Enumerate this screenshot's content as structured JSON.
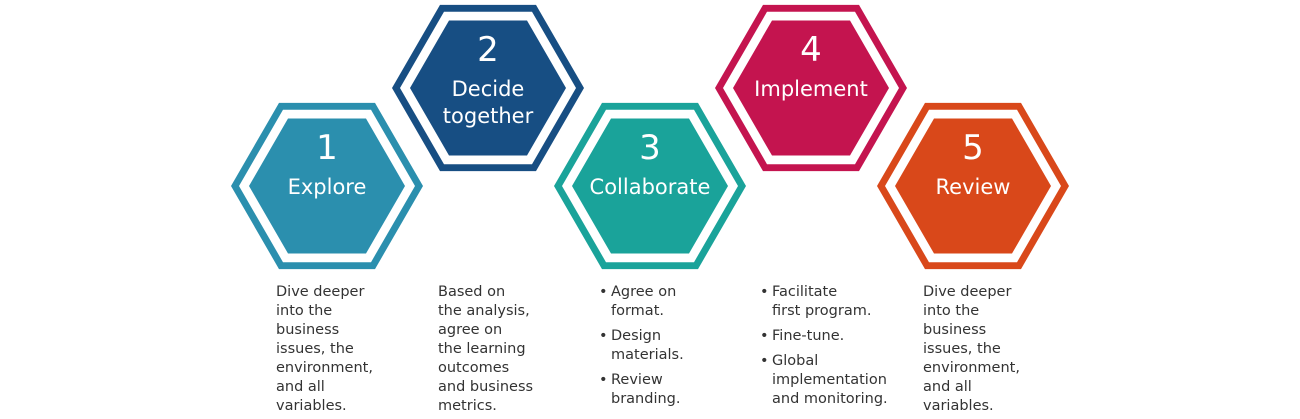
{
  "steps": [
    {
      "number": "1",
      "label_lines": [
        "Explore"
      ],
      "color": "#2b8fae",
      "description": "Dive deeper\ninto the\nbusiness\nissues, the\nenvironment,\nand all\nvariables."
    },
    {
      "number": "2",
      "label_lines": [
        "Decide",
        "together"
      ],
      "color": "#174e83",
      "description": "Based on\nthe analysis,\nagree on\nthe learning\noutcomes\nand business\nmetrics."
    },
    {
      "number": "3",
      "label_lines": [
        "Collaborate"
      ],
      "color": "#1aa39a",
      "bullets": [
        "Agree on\nformat.",
        "Design\nmaterials.",
        "Review\nbranding."
      ]
    },
    {
      "number": "4",
      "label_lines": [
        "Implement"
      ],
      "color": "#c4144f",
      "bullets": [
        "Facilitate\nfirst program.",
        "Fine-tune.",
        "Global\nimplementation\nand monitoring."
      ]
    },
    {
      "number": "5",
      "label_lines": [
        "Review"
      ],
      "color": "#d9481a",
      "description": "Dive deeper\ninto the\nbusiness\nissues, the\nenvironment,\nand all\nvariables."
    }
  ]
}
